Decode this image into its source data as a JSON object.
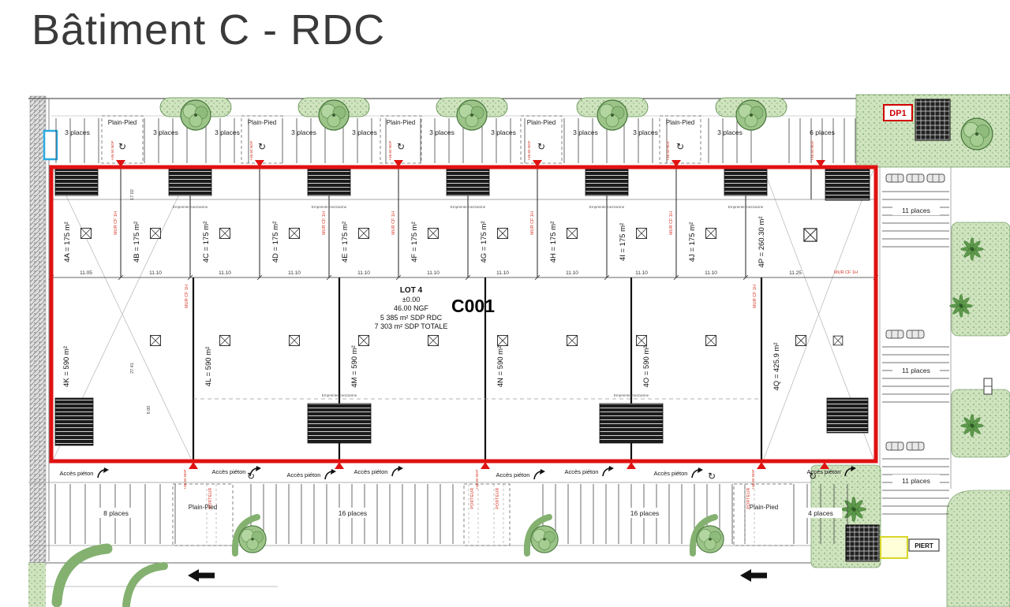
{
  "page": {
    "title": "Bâtiment C - RDC"
  },
  "building": {
    "code": "C001",
    "center_block": {
      "lot": "LOT 4",
      "level": "±0.00",
      "ngf": "46.00 NGF",
      "sdp_rdc": "5 385 m² SDP RDC",
      "sdp_total": "7 303 m² SDP TOTALE"
    },
    "top_units": [
      {
        "label": "4A = 175 m²",
        "dim": "11.05"
      },
      {
        "label": "4B = 175 m²",
        "dim": "11.10"
      },
      {
        "label": "4C = 175 m²",
        "dim": "11.10"
      },
      {
        "label": "4D = 175 m²",
        "dim": "11.10"
      },
      {
        "label": "4E = 175 m²",
        "dim": "11.10"
      },
      {
        "label": "4F = 175 m²",
        "dim": "11.10"
      },
      {
        "label": "4G = 175 m²",
        "dim": "11.10"
      },
      {
        "label": "4H = 175 m²",
        "dim": "11.10"
      },
      {
        "label": "4I = 175 m²",
        "dim": "11.10"
      },
      {
        "label": "4J = 175 m²",
        "dim": "11.10"
      },
      {
        "label": "4P = 260.30 m²",
        "dim": "11.25"
      }
    ],
    "bottom_units": [
      {
        "label": "4K = 590 m²"
      },
      {
        "label": "4L = 590 m²"
      },
      {
        "label": "4M = 590 m²"
      },
      {
        "label": "4N = 590 m²"
      },
      {
        "label": "4O = 590 m²"
      },
      {
        "label": "4Q = 425.9 m²"
      }
    ],
    "fire_wall_label": "MUR CF 1H",
    "mezzanine_label": "Empreinte mezzanine",
    "ngf_marker": "+46.50 NGF",
    "dims": {
      "d1": "17.02",
      "d2": "27.41",
      "d3": "9.00"
    }
  },
  "parking": {
    "three_places": "3 places",
    "six_places": "6 places",
    "eight_places": "8 places",
    "eleven_places": "11 places",
    "sixteen_places": "16 places",
    "four_places": "4 places"
  },
  "zones": {
    "plain_pied": "Plain-Pied",
    "acces_pieton": "Accès piéton",
    "porteur": "PORTEUR"
  },
  "annotations": {
    "dp1": "DP1",
    "piert": "PIERT"
  },
  "icons": {
    "rotation": "↻"
  },
  "colors": {
    "building_outline": "#e01212",
    "fire_wall_text": "#d43322",
    "landscape_green": "#cfe3bf",
    "highlight_cyan": "#29abe2",
    "highlight_yellow": "#d6d62a"
  }
}
